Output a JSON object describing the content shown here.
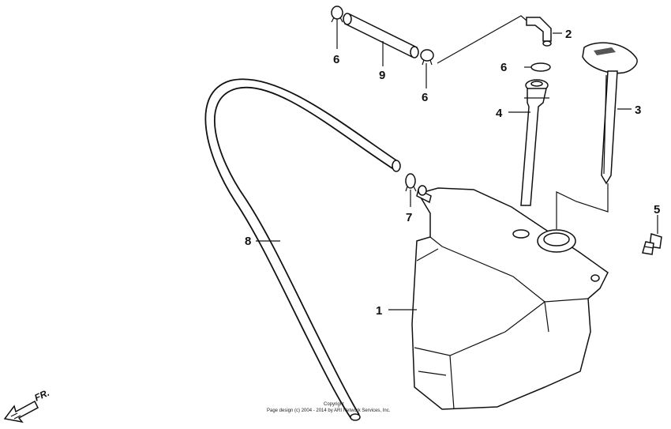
{
  "diagram": {
    "callouts": {
      "tank": "1",
      "breather_tube": "2",
      "dipstick": "3",
      "filler_neck": "4",
      "drain_bolt": "5",
      "clip_top_left": "6",
      "clip_top_right": "6",
      "clip_middle": "6",
      "clip_hose": "7",
      "long_tube": "8",
      "short_tube": "9"
    },
    "copyright_line1": "Copyright",
    "copyright_line2": "Page design (c) 2004 - 2014 by ARI Network Services, Inc.",
    "direction_label": "FR."
  }
}
